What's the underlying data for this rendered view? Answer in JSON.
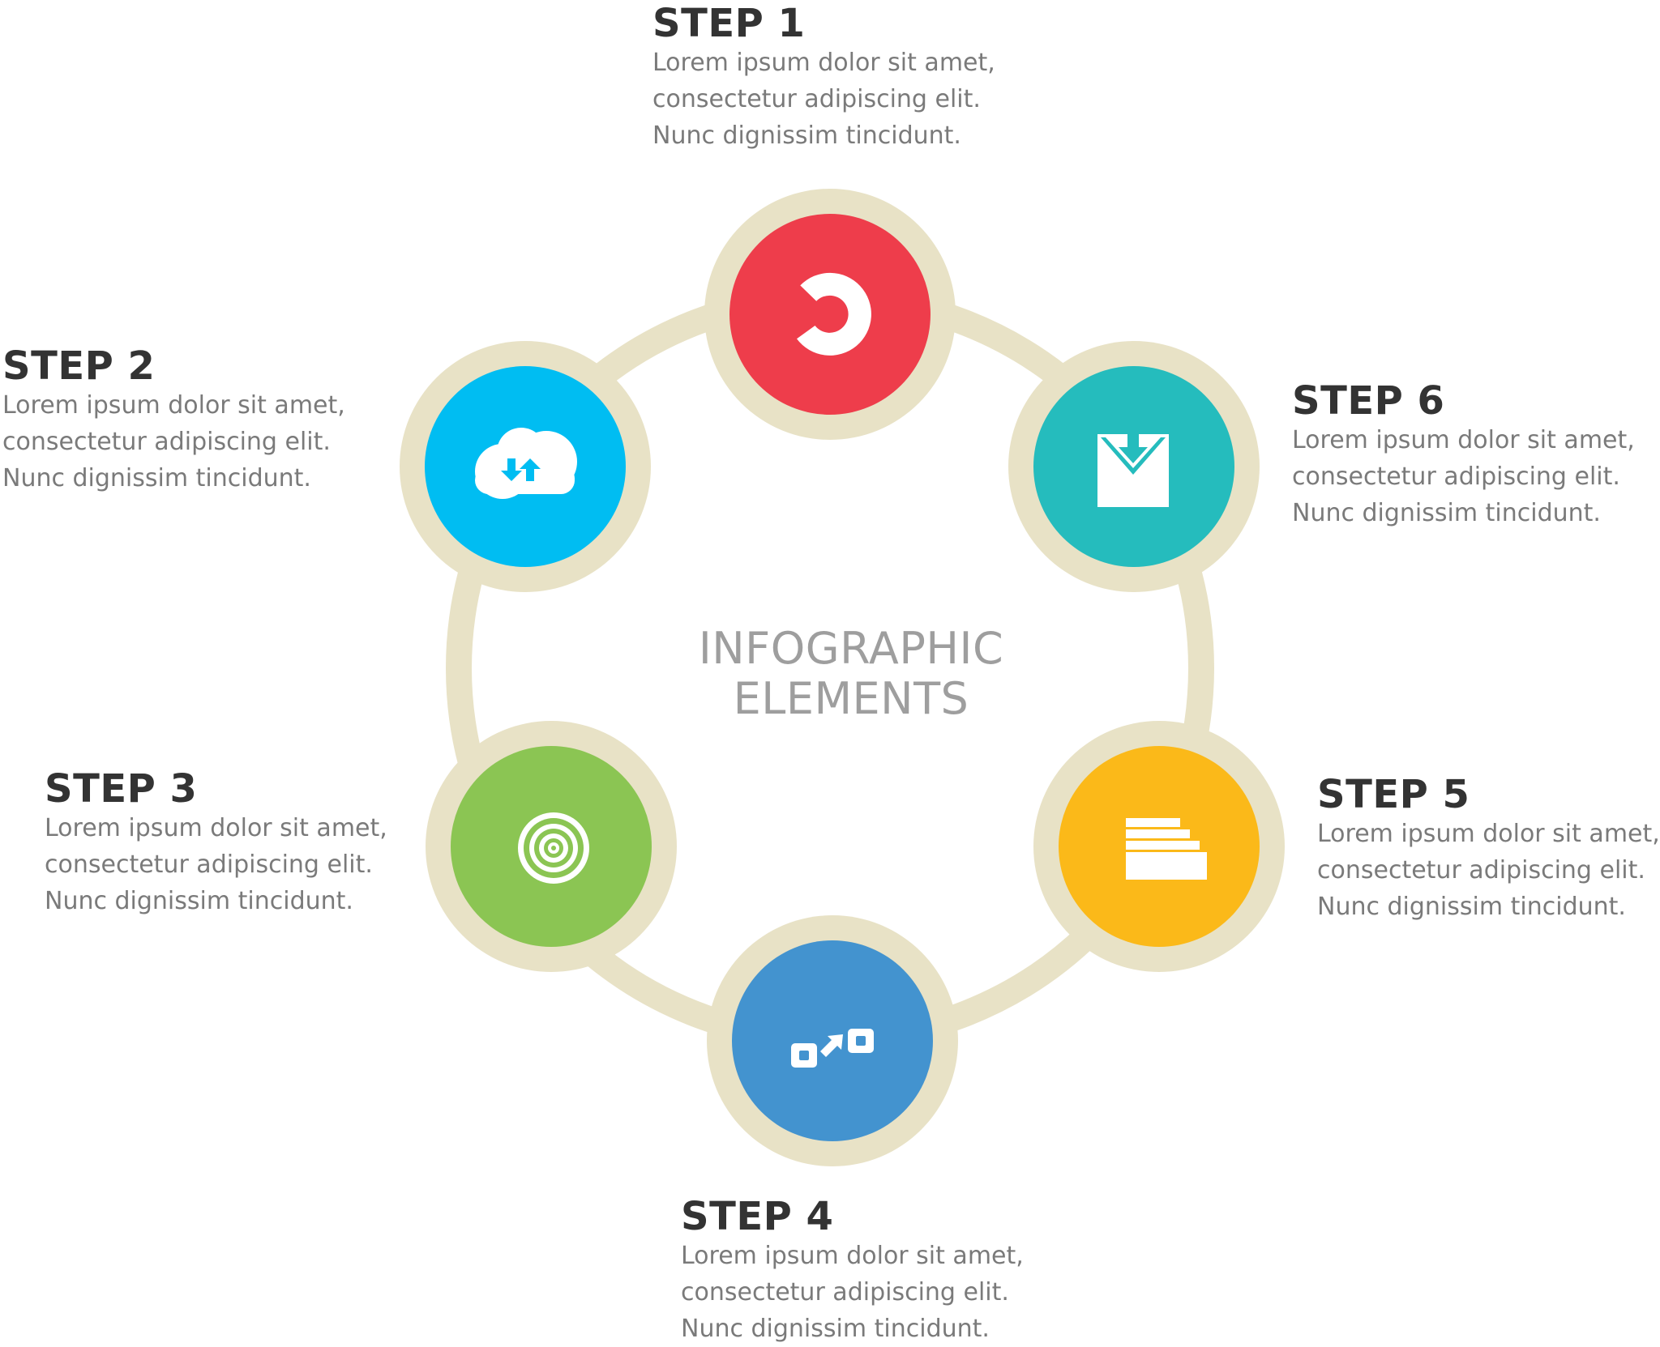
{
  "center": {
    "line1": "INFOGRAPHIC",
    "line2": "ELEMENTS"
  },
  "colors": {
    "ring": "#e8e2c6",
    "step1": "#ee3d4b",
    "step2": "#00bdf2",
    "step3": "#8bc553",
    "step4": "#4393cf",
    "step5": "#fbb919",
    "step6": "#25bcbd",
    "title": "#333333",
    "body": "#7a7a7a",
    "center": "#9e9e9e"
  },
  "steps": [
    {
      "title": "STEP 1",
      "lines": [
        "Lorem ipsum dolor sit amet,",
        "consectetur adipiscing elit.",
        "Nunc dignissim tincidunt."
      ],
      "icon": "refresh-ring-icon"
    },
    {
      "title": "STEP 2",
      "lines": [
        "Lorem ipsum dolor sit amet,",
        "consectetur adipiscing elit.",
        "Nunc dignissim tincidunt."
      ],
      "icon": "cloud-sync-icon"
    },
    {
      "title": "STEP 3",
      "lines": [
        "Lorem ipsum dolor sit amet,",
        "consectetur adipiscing elit.",
        "Nunc dignissim tincidunt."
      ],
      "icon": "target-icon"
    },
    {
      "title": "STEP 4",
      "lines": [
        "Lorem ipsum dolor sit amet,",
        "consectetur adipiscing elit.",
        "Nunc dignissim tincidunt."
      ],
      "icon": "transfer-icon"
    },
    {
      "title": "STEP 5",
      "lines": [
        "Lorem ipsum dolor sit amet,",
        "consectetur adipiscing elit.",
        "Nunc dignissim tincidunt."
      ],
      "icon": "stack-icon"
    },
    {
      "title": "STEP 6",
      "lines": [
        "Lorem ipsum dolor sit amet,",
        "consectetur adipiscing elit.",
        "Nunc dignissim tincidunt."
      ],
      "icon": "inbox-download-icon"
    }
  ]
}
